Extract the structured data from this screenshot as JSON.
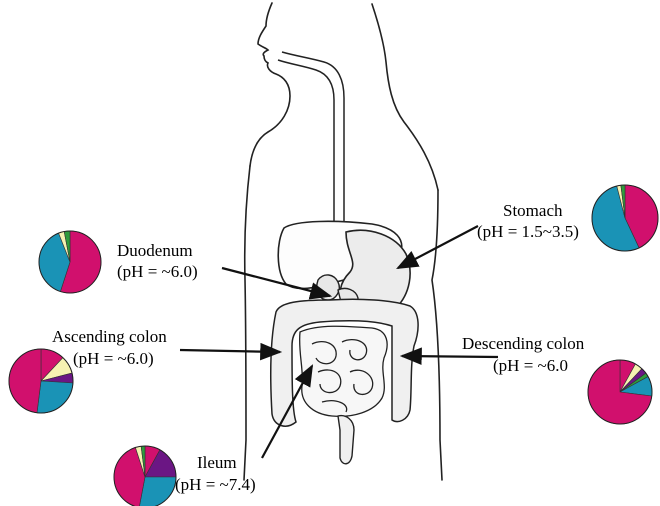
{
  "colors": {
    "magenta": "#d1106d",
    "teal": "#1a93b6",
    "cream": "#f6f2b2",
    "purple": "#6b1684",
    "green": "#2f9b3c",
    "outline": "#222222",
    "arrow": "#111111"
  },
  "labels": {
    "stomach": {
      "name": "Stomach",
      "ph": "(pH = 1.5~3.5)"
    },
    "duodenum": {
      "name": "Duodenum",
      "ph": "(pH = ~6.0)"
    },
    "ascending": {
      "name": "Ascending colon",
      "ph": "(pH = ~6.0)"
    },
    "descending": {
      "name": "Descending colon",
      "ph": "(pH = ~6.0"
    },
    "ileum": {
      "name": "Ileum",
      "ph": "(pH = ~7.4)"
    }
  },
  "pies": {
    "stomach": [
      [
        "magenta",
        0.43
      ],
      [
        "teal",
        0.53
      ],
      [
        "cream",
        0.02
      ],
      [
        "green",
        0.02
      ]
    ],
    "duodenum": [
      [
        "magenta",
        0.55
      ],
      [
        "teal",
        0.39
      ],
      [
        "cream",
        0.03
      ],
      [
        "green",
        0.03
      ]
    ],
    "ascending": [
      [
        "magenta",
        0.12
      ],
      [
        "cream",
        0.09
      ],
      [
        "purple",
        0.05
      ],
      [
        "teal",
        0.26
      ],
      [
        "magenta",
        0.48
      ]
    ],
    "descending": [
      [
        "magenta",
        0.08
      ],
      [
        "cream",
        0.04
      ],
      [
        "purple",
        0.03
      ],
      [
        "green",
        0.02
      ],
      [
        "teal",
        0.1
      ],
      [
        "magenta",
        0.73
      ]
    ],
    "ileum": [
      [
        "magenta",
        0.08
      ],
      [
        "purple",
        0.17
      ],
      [
        "teal",
        0.28
      ],
      [
        "magenta",
        0.42
      ],
      [
        "cream",
        0.03
      ],
      [
        "green",
        0.02
      ]
    ]
  }
}
